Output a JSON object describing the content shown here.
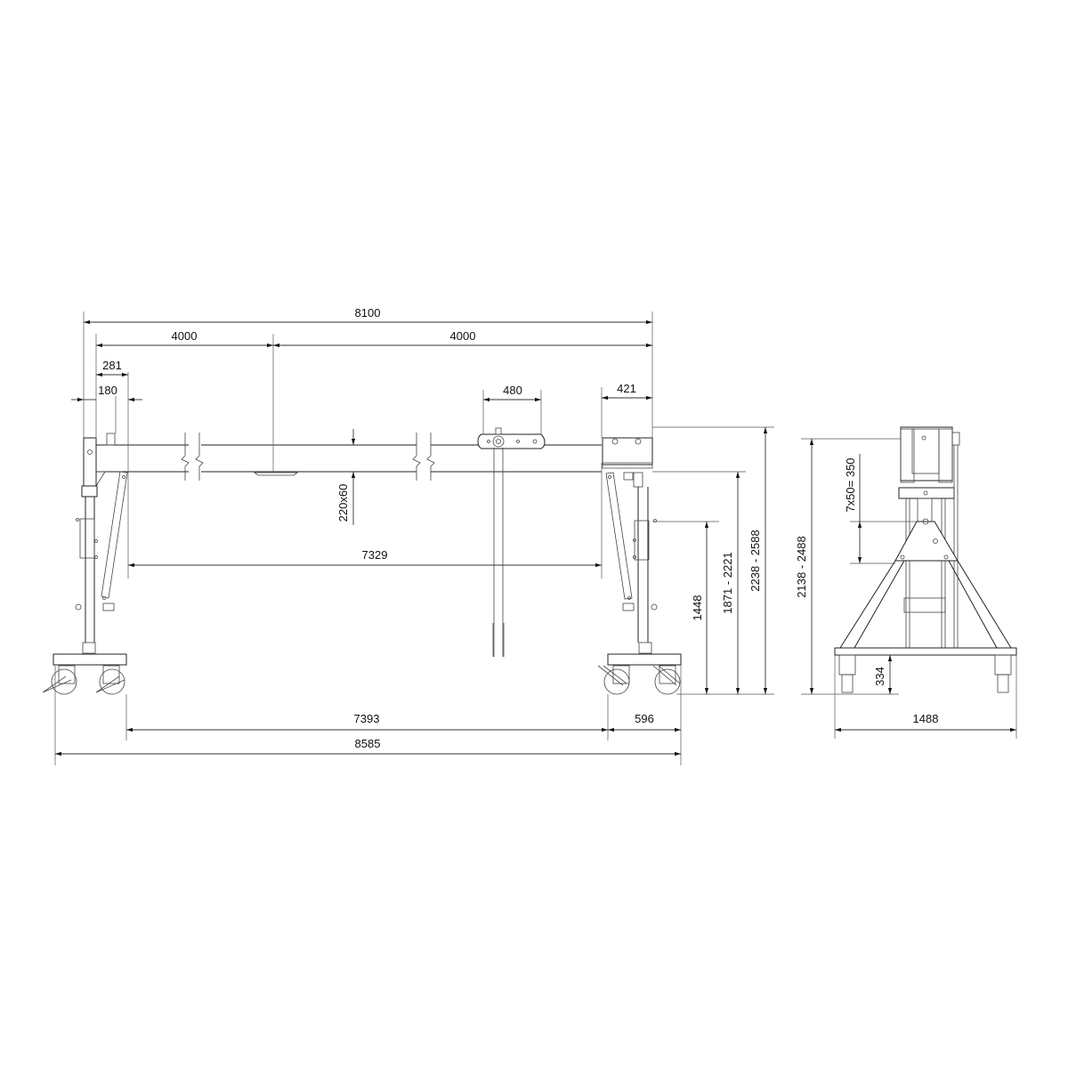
{
  "drawing": {
    "title": "Gantry crane dimensional drawing",
    "units": "mm",
    "colors": {
      "line": "#222222",
      "background": "#ffffff"
    }
  },
  "dimensions": {
    "overall_beam": "8100",
    "left_half": "4000",
    "right_half": "4000",
    "offset_281": "281",
    "offset_180": "180",
    "trolley_width": "480",
    "right_end_421": "421",
    "beam_section": "220x60",
    "inner_clear": "7329",
    "wheelbase_span": "7393",
    "foot_width": "596",
    "overall_length": "8585",
    "height_1448": "1448",
    "height_range_1": "1871 - 2221",
    "height_range_2": "2238 - 2588",
    "side_height_range": "2138 - 2488",
    "adjust_steps": "7x50= 350",
    "caster_height": "334",
    "side_width": "1488"
  }
}
